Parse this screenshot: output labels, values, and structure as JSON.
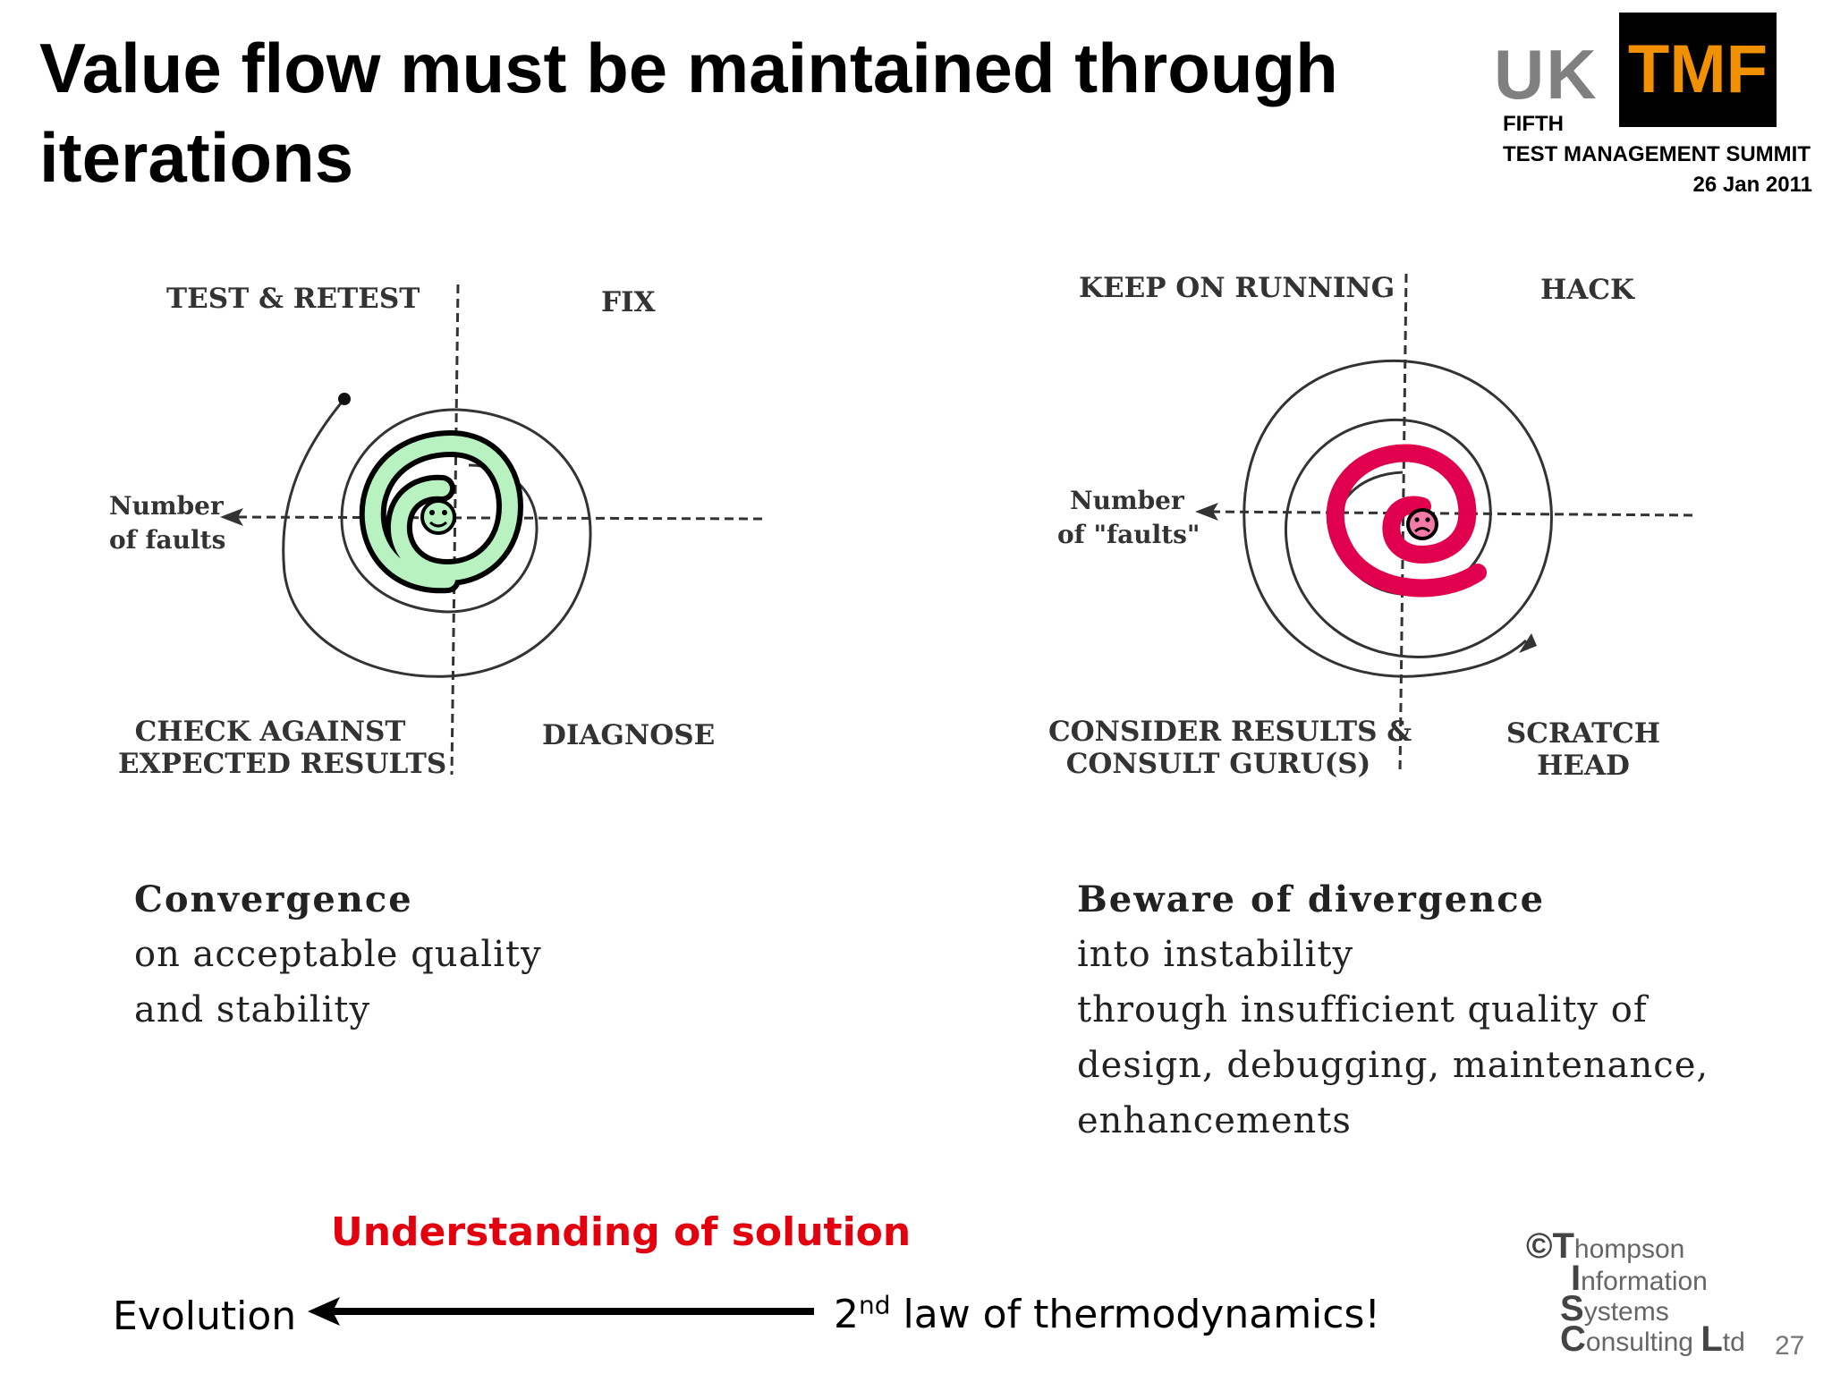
{
  "title": "Value flow must be maintained through iterations",
  "logo": {
    "uk": "UK",
    "tmf": "TMF",
    "line1": "FIFTH",
    "line2": "TEST MANAGEMENT SUMMIT",
    "line3": "26 Jan 2011"
  },
  "left_diagram": {
    "quadrants": {
      "top_left": "TEST & RETEST",
      "top_right": "FIX",
      "bottom_left_1": "CHECK AGAINST",
      "bottom_left_2": "EXPECTED RESULTS",
      "bottom_right": "DIAGNOSE"
    },
    "axis_label_1": "Number",
    "axis_label_2": "of faults",
    "spiral_color": "#b7f2c0",
    "caption_head": "Convergence",
    "caption_lines": [
      "on acceptable quality",
      "and stability"
    ]
  },
  "right_diagram": {
    "quadrants": {
      "top_left": "KEEP ON RUNNING",
      "top_right": "HACK",
      "bottom_left_1": "CONSIDER RESULTS &",
      "bottom_left_2": "CONSULT GURU(S)",
      "bottom_right_1": "SCRATCH",
      "bottom_right_2": "HEAD"
    },
    "axis_label_1": "Number",
    "axis_label_2": "of \"faults\"",
    "spiral_color": "#e0004d",
    "caption_head": "Beware of divergence",
    "caption_lines": [
      "into instability",
      "through insufficient quality of",
      "design, debugging, maintenance,",
      "enhancements"
    ]
  },
  "bottom": {
    "understanding": "Understanding of solution",
    "evolution": "Evolution",
    "thermo_prefix": "2",
    "thermo_sup": "nd",
    "thermo_rest": " law of thermodynamics!"
  },
  "copyright": {
    "symbol": "©",
    "words": [
      {
        "initial": "T",
        "rest": "hompson"
      },
      {
        "initial": "I",
        "rest": "nformation"
      },
      {
        "initial": "S",
        "rest": "ystems"
      },
      {
        "initial": "C",
        "rest": "onsulting "
      }
    ],
    "ltd_initial": "L",
    "ltd_rest": "td"
  },
  "page_number": "27",
  "colors": {
    "accent_red": "#e3000f",
    "logo_orange": "#f29100",
    "logo_grey": "#808080"
  }
}
